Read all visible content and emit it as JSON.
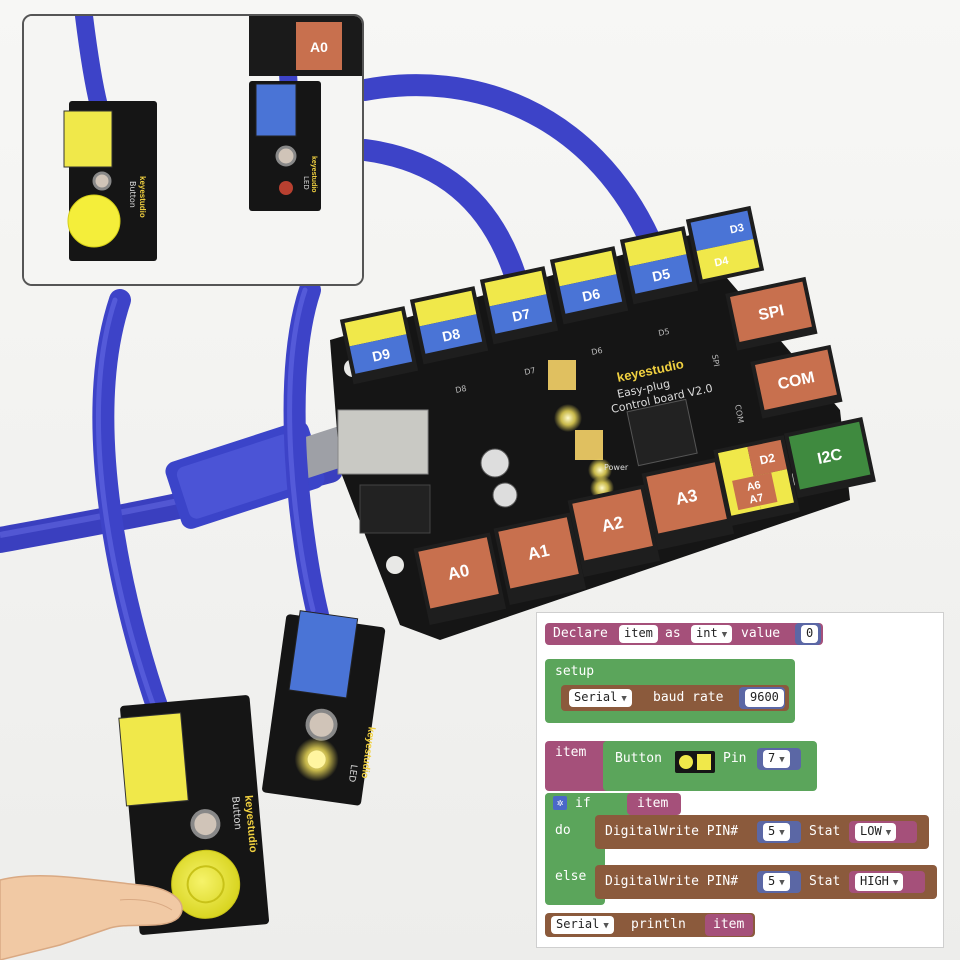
{
  "board": {
    "brand": "keyestudio",
    "name_line1": "Easy-plug",
    "name_line2": "Control board V2.0",
    "power_label": "Power",
    "digital_ports": [
      "D9",
      "D8",
      "D7",
      "D6",
      "D5"
    ],
    "silk_labels": [
      "D8",
      "D7",
      "D6",
      "D5",
      "SPI",
      "COM"
    ],
    "d3d4_port": {
      "top": "D3",
      "bottom": "D4"
    },
    "right_ports": [
      "SPI",
      "COM",
      "I2C"
    ],
    "analog_ports": [
      "A0",
      "A1",
      "A2",
      "A3"
    ],
    "mixed_port": {
      "top": "D2",
      "bottom1": "A6",
      "bottom2": "A7"
    }
  },
  "modules": {
    "button": {
      "brand": "keyestudio",
      "label": "Button"
    },
    "led": {
      "brand": "keyestudio",
      "label": "LED"
    }
  },
  "inset": {
    "port_label": "A0",
    "button_brand": "keyestudio",
    "button_label": "Button",
    "led_brand": "keyestudio",
    "led_label": "LED"
  },
  "blockly": {
    "declare": {
      "kw": "Declare",
      "var": "item",
      "as": "as",
      "type": "int",
      "value_kw": "value",
      "value": "0"
    },
    "setup": {
      "label": "setup",
      "serial": "Serial",
      "baud_kw": "baud rate",
      "baud": "9600"
    },
    "read": {
      "var": "item",
      "button_kw": "Button",
      "pin_kw": "Pin",
      "pin": "7"
    },
    "if_block": {
      "if_kw": "if",
      "cond_var": "item",
      "do_kw": "do",
      "else_kw": "else",
      "do_stmt": {
        "kw": "DigitalWrite PIN#",
        "pin": "5",
        "stat_kw": "Stat",
        "stat": "LOW"
      },
      "else_stmt": {
        "kw": "DigitalWrite PIN#",
        "pin": "5",
        "stat_kw": "Stat",
        "stat": "HIGH"
      }
    },
    "println": {
      "serial": "Serial",
      "kw": "println",
      "var": "item"
    }
  },
  "colors": {
    "pcb": "#151515",
    "cable": "#3d43c8",
    "orange_port": "#c8704e",
    "yellow_port": "#f0e84a",
    "blue_port": "#4a74d6",
    "green_port": "#3f8a3f",
    "blockly_declare": "#a5507a",
    "blockly_green": "#5ba55b",
    "blockly_brown": "#8b5a3c",
    "blockly_input": "#5b67a5"
  }
}
